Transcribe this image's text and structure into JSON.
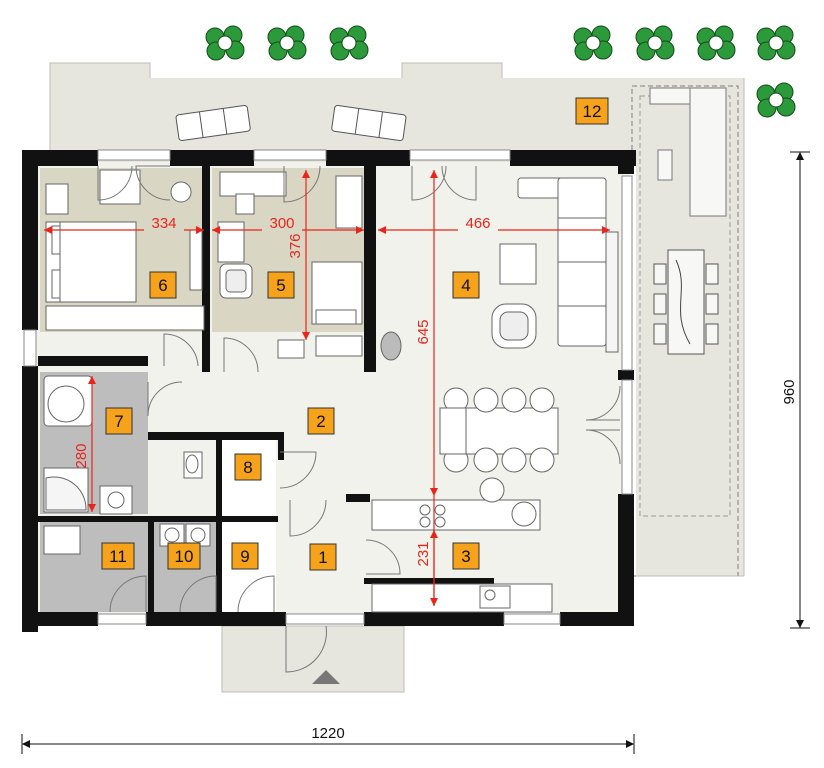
{
  "rooms": [
    {
      "id": "1",
      "label": "1"
    },
    {
      "id": "2",
      "label": "2"
    },
    {
      "id": "3",
      "label": "3"
    },
    {
      "id": "4",
      "label": "4"
    },
    {
      "id": "5",
      "label": "5"
    },
    {
      "id": "6",
      "label": "6"
    },
    {
      "id": "7",
      "label": "7"
    },
    {
      "id": "8",
      "label": "8"
    },
    {
      "id": "9",
      "label": "9"
    },
    {
      "id": "10",
      "label": "10"
    },
    {
      "id": "11",
      "label": "11"
    },
    {
      "id": "12",
      "label": "12"
    }
  ],
  "dimensions": {
    "room6_width": "334",
    "room5_width": "300",
    "room4_width": "466",
    "room5_depth": "376",
    "room4_depth": "645",
    "room7_depth": "280",
    "room3_depth": "231",
    "overall_width": "1220",
    "overall_depth": "960"
  },
  "colors": {
    "label_bg": "#f7a21b",
    "dimension": "#e8251b",
    "wall": "#111111",
    "terrace": "#e6e6df",
    "floor_light": "#f2f2ec",
    "floor_bedroom": "#d9d6c3",
    "floor_bath": "#bdbdbd",
    "tree": "#2c9a3a"
  }
}
